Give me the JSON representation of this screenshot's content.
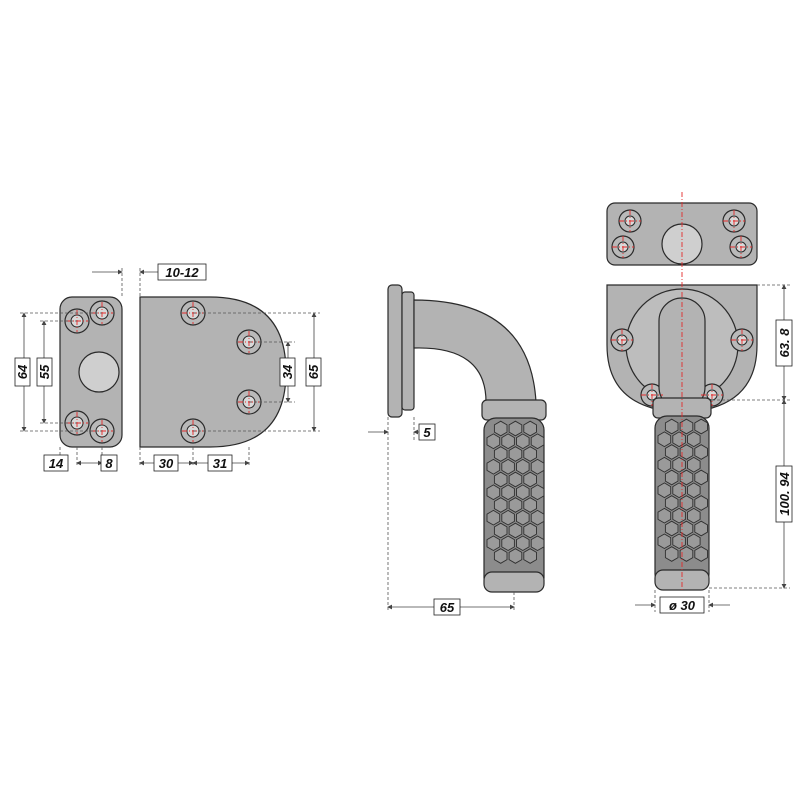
{
  "dimensions": {
    "gap": "10-12",
    "plate_height_outer": "64",
    "plate_height_inner": "55",
    "hole_spacing": "34",
    "plate_height": "65",
    "edge_offset": "14",
    "hole_column": "8",
    "body_offset": "30",
    "body_arc": "31",
    "flange": "5",
    "projection": "65",
    "mount_to_grip": "63. 8",
    "grip_length": "100. 94",
    "grip_diameter": "ø 30"
  },
  "colors": {
    "part_fill": "#b3b3b3",
    "outline": "#2a2a2a",
    "centerline": "#e32b2b",
    "background": "#ffffff"
  }
}
